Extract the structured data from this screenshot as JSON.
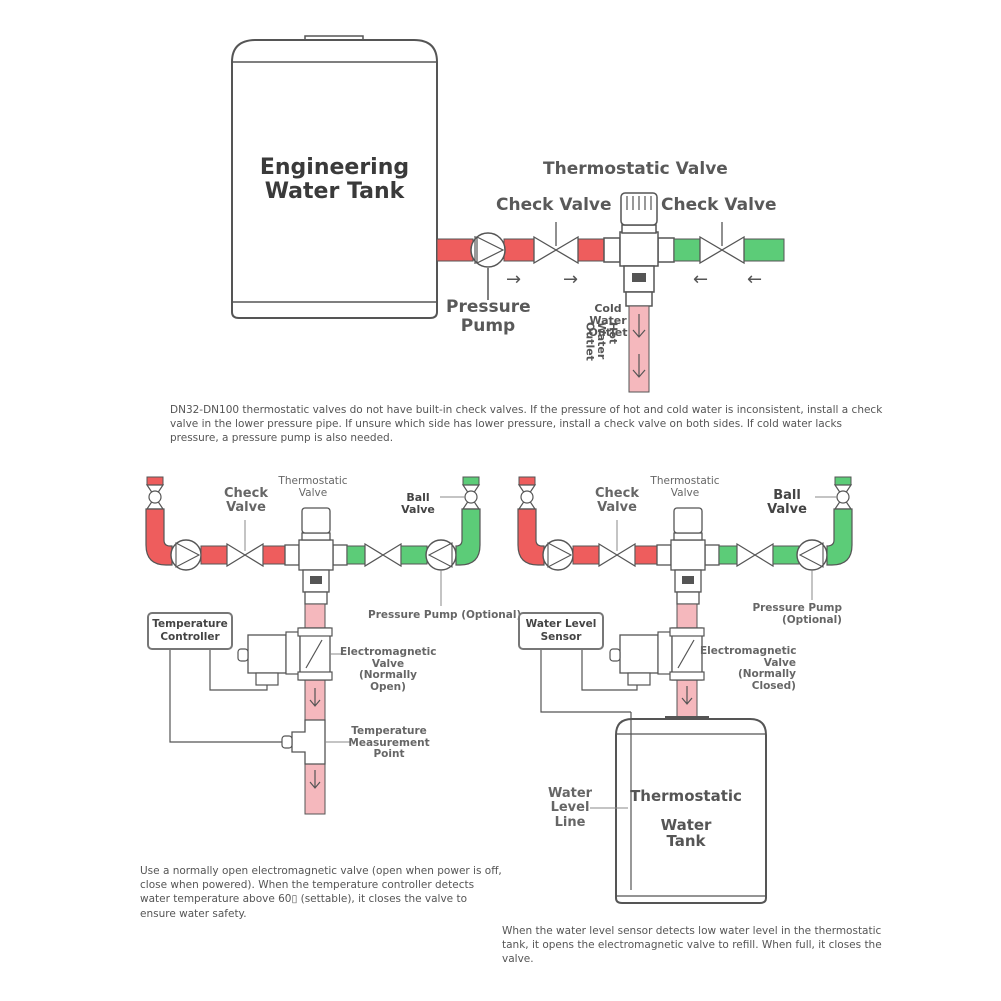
{
  "colors": {
    "hot": "#ee5d5d",
    "cold": "#5ccc78",
    "mixed": "#f5b8bd",
    "line": "#555555",
    "text": "#555555"
  },
  "top_diagram": {
    "tank_label_line1": "Engineering",
    "tank_label_line2": "Water Tank",
    "thermostatic_valve": "Thermostatic Valve",
    "check_valve_left": "Check Valve",
    "check_valve_right": "Check Valve",
    "pressure_pump_line1": "Pressure",
    "pressure_pump_line2": "Pump",
    "cold_water_outlet": "Cold Water Outlet",
    "hot_water_outlet": "Hot Water Outlet",
    "flow_arrows": [
      "→",
      "→",
      "←",
      "←"
    ],
    "note": "DN32-DN100 thermostatic valves do not have built-in check valves. If the pressure of hot and cold water is inconsistent, install a check valve in the lower pressure pipe. If unsure which side has lower pressure, install a check valve on both sides. If cold water lacks pressure, a pressure pump is also needed."
  },
  "left_diagram": {
    "check_valve": "Check Valve",
    "thermostatic_valve": "Thermostatic Valve",
    "ball_valve": "Ball Valve",
    "pressure_pump": "Pressure Pump (Optional)",
    "controller": "Temperature Controller",
    "electromagnetic_valve_line1": "Electromagnetic",
    "electromagnetic_valve_line2": "Valve",
    "electromagnetic_valve_line3": "(Normally",
    "electromagnetic_valve_line4": "Open)",
    "measurement_line1": "Temperature",
    "measurement_line2": "Measurement",
    "measurement_line3": "Point",
    "note": "Use a normally open electromagnetic valve (open when power is off, close when powered). When the temperature controller detects water temperature above 60▯ (settable), it closes the valve to ensure water safety."
  },
  "right_diagram": {
    "check_valve": "Check Valve",
    "thermostatic_valve": "Thermostatic Valve",
    "ball_valve": "Ball Valve",
    "pressure_pump_line1": "Pressure Pump",
    "pressure_pump_line2": "(Optional)",
    "sensor": "Water Level Sensor",
    "electromagnetic_valve_line1": "Electromagnetic",
    "electromagnetic_valve_line2": "Valve",
    "electromagnetic_valve_line3": "(Normally",
    "electromagnetic_valve_line4": "Closed)",
    "water_level_line": "Water Level Line",
    "tank_label_line1": "Thermostatic",
    "tank_label_line2": "Water",
    "tank_label_line3": "Tank",
    "note": "When the water level sensor detects low water level in the thermostatic tank, it opens the electromagnetic valve to refill. When full, it closes the valve."
  }
}
